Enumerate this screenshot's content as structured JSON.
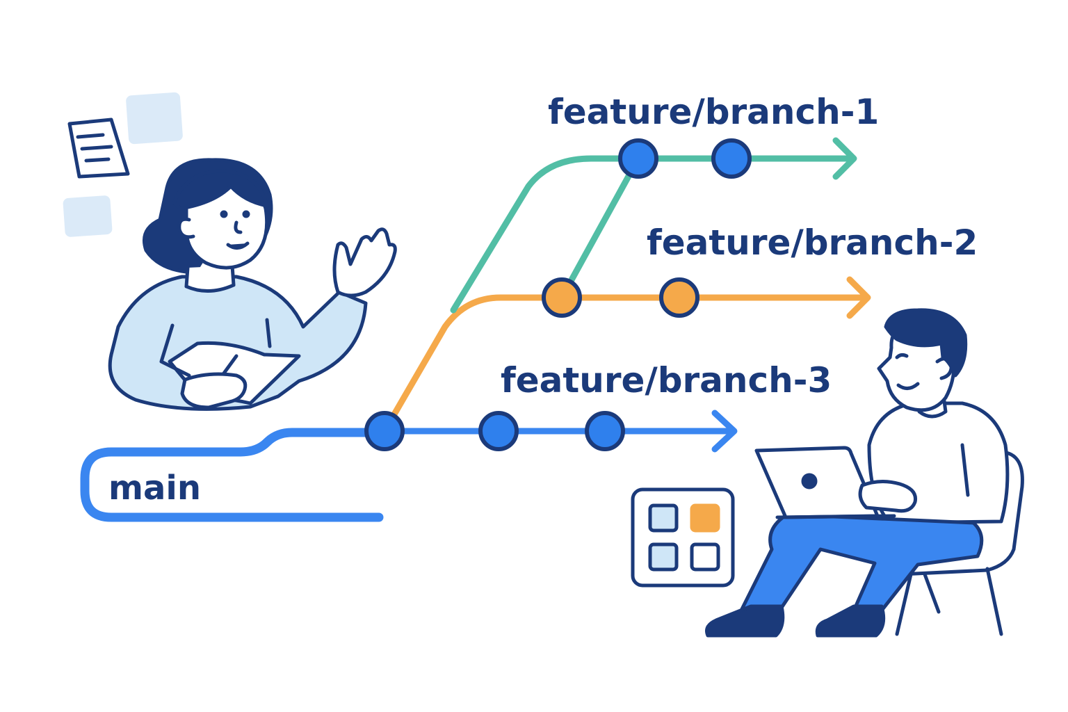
{
  "colors": {
    "outline": "#1b3a7a",
    "main": "#3a86f0",
    "branch1": "#52bea5",
    "branch2": "#f5a94a",
    "branch3": "#3a86f0",
    "commit_blue": "#2f80ed",
    "commit_orange": "#f5a94a",
    "skin": "#ffffff",
    "sweater": "#cfe6f7",
    "pants": "#3a86f0",
    "paper_tint": "#d6e9f8"
  },
  "labels": {
    "main": "main",
    "branch1": "feature/branch-1",
    "branch2": "feature/branch-2",
    "branch3": "feature/branch-3"
  },
  "branches": [
    {
      "name": "feature/branch-1",
      "commit_count": 2,
      "color_key": "branch1"
    },
    {
      "name": "feature/branch-2",
      "commit_count": 2,
      "color_key": "branch2"
    },
    {
      "name": "feature/branch-3",
      "commit_count": 3,
      "color_key": "branch3"
    }
  ],
  "icons": [
    "notes-icon",
    "app-grid-icon",
    "laptop-icon"
  ]
}
